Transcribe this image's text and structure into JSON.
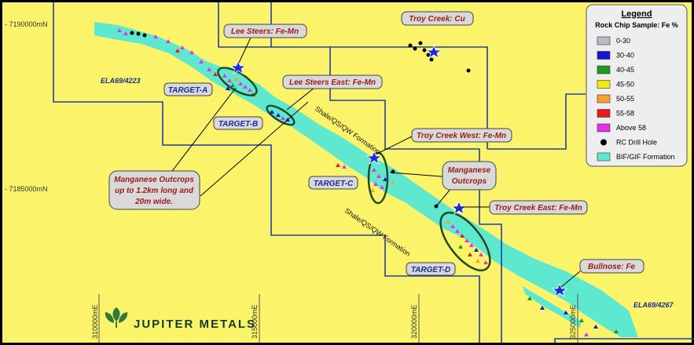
{
  "map": {
    "background_color": "#fbf46a",
    "bif_color": "#5ee8d0",
    "tenement_line_color": "#1f3fa8",
    "northings": [
      "- 7190000mN",
      "- 7185000mN"
    ],
    "eastings": [
      "310000mE",
      "315000mE",
      "320000mE",
      "325000mE"
    ],
    "tenements": [
      "ELA69/4223",
      "ELA69/4267"
    ],
    "formations": [
      "Shale/QS/QW Formation",
      "Shale/QS/QW Formation"
    ],
    "callouts": {
      "lee_steers": "Lee Steers: Fe-Mn",
      "troy_creek": "Troy Creek: Cu",
      "lee_steers_east": "Lee Steers East: Fe-Mn",
      "troy_creek_west": "Troy Creek West: Fe-Mn",
      "troy_creek_east": "Troy Creek East: Fe-Mn",
      "bullnose": "Bullnose: Fe",
      "manganese_outcrops_left": [
        "Manganese Outcrops",
        "up to 1.2km long and",
        "20m wide."
      ],
      "manganese_outcrops_right": [
        "Manganese",
        "Outcrops"
      ]
    },
    "targets": [
      "TARGET-A",
      "TARGET-B",
      "TARGET-C",
      "TARGET-D"
    ],
    "logo": "JUPITER METALS"
  },
  "legend": {
    "title": "Legend",
    "subtitle": "Rock Chip Sample: Fe %",
    "items": [
      {
        "label": "0-30",
        "color": "#b9bcc6",
        "symbol": "square"
      },
      {
        "label": "30-40",
        "color": "#1414d8",
        "symbol": "square"
      },
      {
        "label": "40-45",
        "color": "#1c9a1c",
        "symbol": "square"
      },
      {
        "label": "45-50",
        "color": "#f2ea10",
        "symbol": "square"
      },
      {
        "label": "50-55",
        "color": "#f5a030",
        "symbol": "square"
      },
      {
        "label": "55-58",
        "color": "#e81a1a",
        "symbol": "square"
      },
      {
        "label": "Above 58",
        "color": "#e830e8",
        "symbol": "square"
      },
      {
        "label": "RC Drill Hole",
        "color": "#000000",
        "symbol": "circle"
      },
      {
        "label": "BIF/GIF Formation",
        "color": "#5ee8d0",
        "symbol": "square"
      }
    ]
  }
}
